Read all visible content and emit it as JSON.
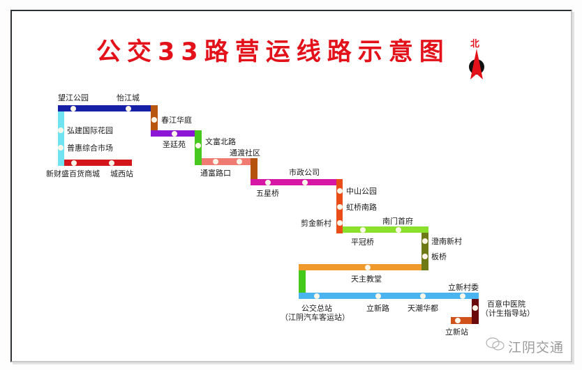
{
  "title": "公交33路营运线路示意图",
  "north_label": "北",
  "watermark": "江阴交通",
  "colors": {
    "title": "#e2111a",
    "segments": {
      "cyan": "#6fe3ef",
      "red": "#d5151c",
      "navy": "#1520a6",
      "brown": "#b8560f",
      "purple": "#8b16d6",
      "green": "#47c81f",
      "salmon": "#ef7b73",
      "brown2": "#b5520e",
      "magenta": "#d617a5",
      "orange_red": "#ea4d18",
      "lime": "#8be02c",
      "olive": "#6e7a16",
      "orange": "#f09a2b",
      "green2": "#44c81a",
      "sky": "#49b4f0",
      "maroon": "#6b0a0a",
      "rust": "#d0511a"
    }
  },
  "stations": [
    {
      "name": "城西站"
    },
    {
      "name": "新财盛百货商城"
    },
    {
      "name": "普惠综合市场"
    },
    {
      "name": "弘建国际花园"
    },
    {
      "name": "望江公园"
    },
    {
      "name": "怡江城"
    },
    {
      "name": "春江华庭"
    },
    {
      "name": "圣廷苑"
    },
    {
      "name": "文富北路"
    },
    {
      "name": "通富路口"
    },
    {
      "name": "通渡社区"
    },
    {
      "name": "五星桥"
    },
    {
      "name": "市政公司"
    },
    {
      "name": "中山公园"
    },
    {
      "name": "虹桥南路"
    },
    {
      "name": "剪金新村"
    },
    {
      "name": "平冠桥"
    },
    {
      "name": "南门首府"
    },
    {
      "name": "澄南新村"
    },
    {
      "name": "板桥"
    },
    {
      "name": "天主教堂"
    },
    {
      "name": "公交总站",
      "sub": "（江阴汽车客运站）"
    },
    {
      "name": "立新路"
    },
    {
      "name": "天潮华都"
    },
    {
      "name": "立新村委"
    },
    {
      "name": "百意中医院",
      "sub": "（计生指导站）"
    },
    {
      "name": "立新站"
    }
  ]
}
